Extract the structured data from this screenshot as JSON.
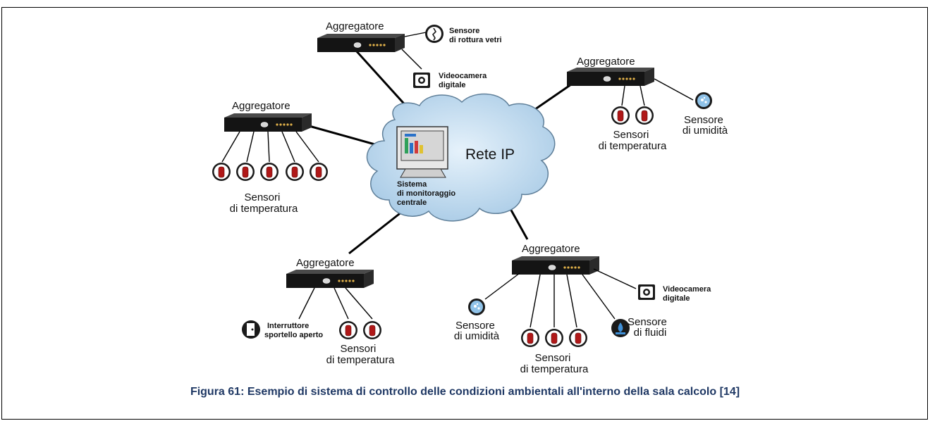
{
  "caption": "Figura 61: Esempio di sistema di controllo delle condizioni ambientali all'interno della sala calcolo [14]",
  "network": {
    "label": "Rete IP",
    "central_system": [
      "Sistema",
      "di monitoraggio",
      "centrale"
    ]
  },
  "aggregator_label": "Aggregatore",
  "groups": {
    "top": {
      "aggregator": "Aggregatore",
      "glass_sensor": [
        "Sensore",
        "di rottura vetri"
      ],
      "camera": [
        "Videocamera",
        "digitale"
      ]
    },
    "right": {
      "aggregator": "Aggregatore",
      "temp_label": [
        "Sensori",
        "di temperatura"
      ],
      "humidity_label": [
        "Sensore",
        "di umidità"
      ]
    },
    "left": {
      "aggregator": "Aggregatore",
      "temp_label": [
        "Sensori",
        "di temperatura"
      ]
    },
    "bottom_left": {
      "aggregator": "Aggregatore",
      "door_switch": [
        "Interruttore",
        "sportello aperto"
      ],
      "temp_label": [
        "Sensori",
        "di temperatura"
      ]
    },
    "bottom_right": {
      "aggregator": "Aggregatore",
      "camera": [
        "Videocamera",
        "digitale"
      ],
      "humidity_label": [
        "Sensore",
        "di umidità"
      ],
      "temp_label": [
        "Sensori",
        "di temperatura"
      ],
      "fluid_label": [
        "Sensore",
        "di fluidi"
      ]
    }
  },
  "colors": {
    "frame": "#000000",
    "cloud_fill": "#cfe5f5",
    "cloud_stroke": "#5f7f99",
    "device_body": "#1a1a1a",
    "sensor_red": "#b01818",
    "caption": "#1f3864"
  }
}
